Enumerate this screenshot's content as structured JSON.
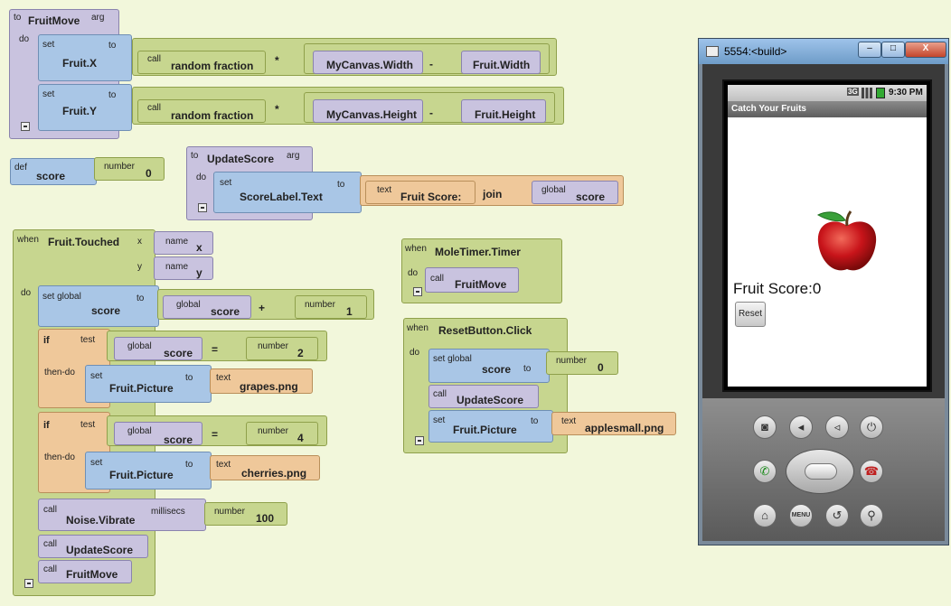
{
  "fruitmove": {
    "to": "to",
    "name": "FruitMove",
    "arg": "arg",
    "do": "do",
    "set": "set",
    "to2": "to",
    "fruitx": "Fruit.X",
    "call": "call",
    "random": "random fraction",
    "mul": "*",
    "minus": "-",
    "canvaswidth": "MyCanvas.Width",
    "fruitwidth": "Fruit.Width",
    "fruity": "Fruit.Y",
    "canvasheight": "MyCanvas.Height",
    "fruitheight": "Fruit.Height"
  },
  "defscore": {
    "def": "def",
    "name": "score",
    "number": "number",
    "value": "0"
  },
  "updatescore": {
    "to": "to",
    "name": "UpdateScore",
    "arg": "arg",
    "do": "do",
    "set": "set",
    "to2": "to",
    "target": "ScoreLabel.Text",
    "text": "text",
    "textval": "Fruit Score:",
    "join": "join",
    "global": "global",
    "score": "score"
  },
  "touched": {
    "when": "when",
    "event": "Fruit.Touched",
    "x": "x",
    "y": "y",
    "name": "name",
    "xn": "x",
    "yn": "y",
    "do": "do",
    "setglobal": "set global",
    "score": "score",
    "to": "to",
    "global": "global",
    "plus": "+",
    "number": "number",
    "one": "1",
    "if": "if",
    "test": "test",
    "eq": "=",
    "two": "2",
    "thendo": "then-do",
    "set": "set",
    "fruitpicture": "Fruit.Picture",
    "text": "text",
    "grapes": "grapes.png",
    "four": "4",
    "cherries": "cherries.png",
    "call": "call",
    "vibrate": "Noise.Vibrate",
    "millisecs": "millisecs",
    "hundred": "100",
    "updatescore": "UpdateScore",
    "fruitmove": "FruitMove"
  },
  "moletimer": {
    "when": "when",
    "event": "MoleTimer.Timer",
    "do": "do",
    "call": "call",
    "proc": "FruitMove"
  },
  "reset": {
    "when": "when",
    "event": "ResetButton.Click",
    "do": "do",
    "setglobal": "set global",
    "score": "score",
    "to": "to",
    "number": "number",
    "zero": "0",
    "call": "call",
    "updatescore": "UpdateScore",
    "set": "set",
    "fruitpicture": "Fruit.Picture",
    "text": "text",
    "applesmall": "applesmall.png"
  },
  "emulator": {
    "title": "5554:<build>",
    "time": "9:30 PM",
    "signal": "3G",
    "apptitle": "Catch Your Fruits",
    "score_label": "Fruit Score:0",
    "reset_button": "Reset",
    "minimize": "–",
    "maximize": "□",
    "close": "X",
    "menu": "MENU"
  }
}
